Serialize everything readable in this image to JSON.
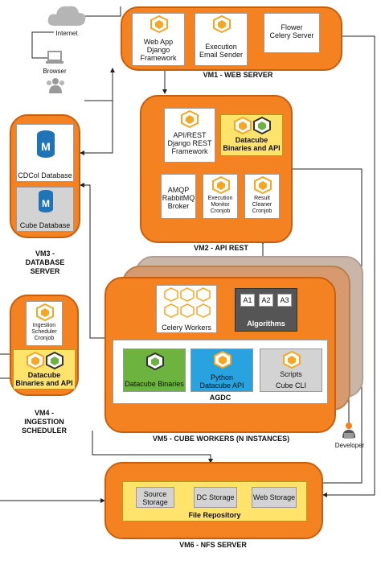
{
  "top": {
    "internet": "Internet",
    "browser": "Browser"
  },
  "vm1": {
    "title": "VM1 - WEB SERVER",
    "webapp": [
      "Web App",
      "Django",
      "Framework"
    ],
    "exec": [
      "Execution",
      "Email Sender"
    ],
    "flower": [
      "Flower",
      "Celery Server"
    ]
  },
  "vm2": {
    "title": "VM2 - API REST",
    "api": [
      "API/REST",
      "Django REST",
      "Framework"
    ],
    "datacube": [
      "Datacube",
      "Binaries and API"
    ],
    "amqp": [
      "AMQP",
      "RabbitMQ",
      "Broker"
    ],
    "monitor": [
      "Execution",
      "Monitor",
      "Cronjob"
    ],
    "cleaner": [
      "Result",
      "Cleaner",
      "Cronjob"
    ]
  },
  "vm3": {
    "title": [
      "VM3 -",
      "DATABASE",
      "SERVER"
    ],
    "cdcol": "CDCol Database",
    "cube": "Cube Database",
    "db_letter": "M"
  },
  "vm4": {
    "title": [
      "VM4 -",
      "INGESTION",
      "SCHEDULER"
    ],
    "ingestion": [
      "Ingestion",
      "Scheduler",
      "Cronjob"
    ],
    "datacube": [
      "Datacube",
      "Binaries and API"
    ]
  },
  "vm5": {
    "title": "VM5 - CUBE WORKERS (N INSTANCES)",
    "celery": "Celery Workers",
    "algorithms": "Algorithms",
    "algos": [
      "A1",
      "A2",
      "A3"
    ],
    "agdc": "AGDC",
    "binaries": "Datacube Binaries",
    "python": [
      "Python",
      "Datacube API"
    ],
    "scripts": "Scripts",
    "cli": "Cube CLI"
  },
  "developer": "Developer",
  "vm6": {
    "title": "VM6 - NFS SERVER",
    "source": [
      "Source",
      "Storage"
    ],
    "dc": "DC Storage",
    "web": "Web Storage",
    "repo": "File Repository"
  },
  "colors": {
    "orange": "#f58220",
    "yellow": "#ffe36b",
    "green": "#6cb33f",
    "blue": "#29a3e0",
    "dark": "#555555"
  }
}
